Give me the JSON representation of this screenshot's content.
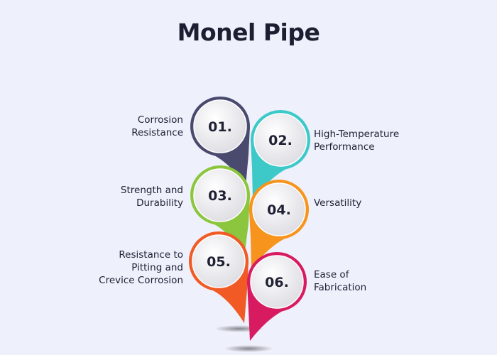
{
  "title": "Monel Pipe",
  "items": [
    {
      "number": "01.",
      "label_lines": [
        "Corrosion",
        "Resistance"
      ],
      "color": "#4a4a6e",
      "side": "left"
    },
    {
      "number": "02.",
      "label_lines": [
        "High-Temperature",
        "Performance"
      ],
      "color": "#3ec9c9",
      "side": "right"
    },
    {
      "number": "03.",
      "label_lines": [
        "Strength and",
        "Durability"
      ],
      "color": "#8cc63f",
      "side": "left"
    },
    {
      "number": "04.",
      "label_lines": [
        "Versatility"
      ],
      "color": "#f7941d",
      "side": "right"
    },
    {
      "number": "05.",
      "label_lines": [
        "Resistance to",
        "Pitting and",
        "Crevice Corrosion"
      ],
      "color": "#f15a24",
      "side": "left"
    },
    {
      "number": "06.",
      "label_lines": [
        "Ease of",
        "Fabrication"
      ],
      "color": "#d81b60",
      "side": "right"
    }
  ]
}
